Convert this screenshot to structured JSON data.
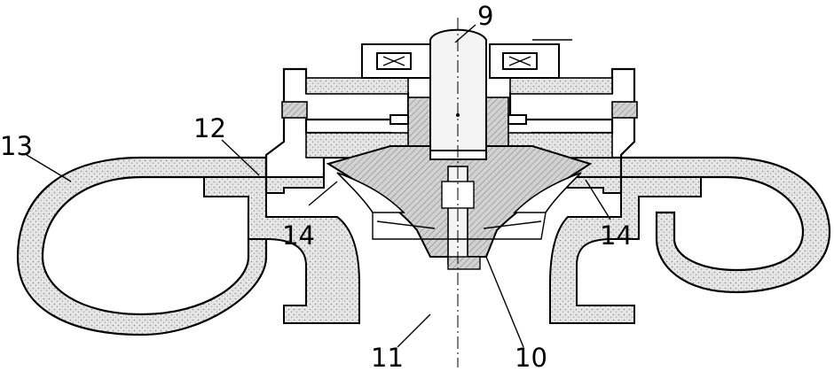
{
  "labels": {
    "shaft": "9",
    "impeller": "10",
    "inlet": "11",
    "diffuser": "12",
    "volute": "13",
    "vane_left": "14",
    "vane_right": "14"
  }
}
